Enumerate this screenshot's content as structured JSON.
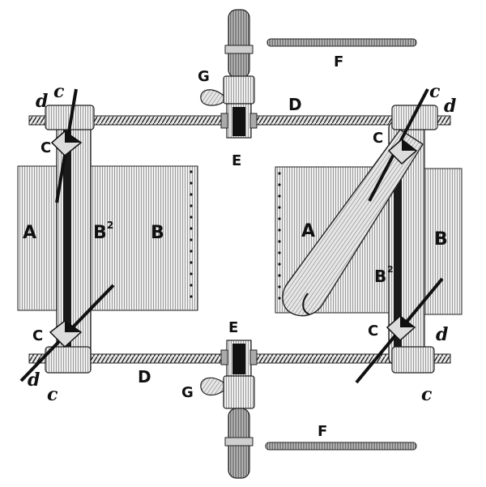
{
  "colors": {
    "ink": "#111111",
    "paper": "#ffffff",
    "sheet": "#d9d9d9",
    "metal": "#bdbdbd"
  },
  "labels": {
    "A_left": "A",
    "B2_left": "B",
    "B2_left_sup": "2",
    "B_left": "B",
    "C_left_top": "C",
    "C_left_bottom": "C",
    "c_left_top": "c",
    "c_left_bottom": "c",
    "d_left_top": "d",
    "d_left_bottom": "d",
    "G_top": "G",
    "E_top": "E",
    "D_top": "D",
    "F_top": "F",
    "A_right": "A",
    "B2_right": "B",
    "B2_right_sup": "2",
    "B_right": "B",
    "C_right_top": "C",
    "C_right_bottom": "C",
    "c_right_top": "c",
    "c_right_bottom": "c",
    "d_right_top": "d",
    "d_right_bottom": "d",
    "E_bottom": "E",
    "G_bottom": "G",
    "D_bottom": "D",
    "F_bottom": "F"
  }
}
